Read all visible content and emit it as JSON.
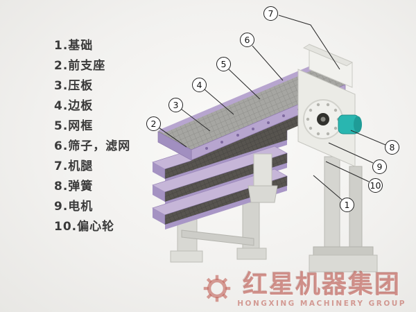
{
  "legend": {
    "items": [
      {
        "label": "1.基础"
      },
      {
        "label": "2.前支座"
      },
      {
        "label": "3.压板"
      },
      {
        "label": "4.边板"
      },
      {
        "label": "5.网框"
      },
      {
        "label": "6.筛子，滤网"
      },
      {
        "label": "7.机腿"
      },
      {
        "label": "8.弹簧"
      },
      {
        "label": "9.电机"
      },
      {
        "label": "10.偏心轮"
      }
    ]
  },
  "callouts": {
    "c1": "1",
    "c2": "2",
    "c3": "3",
    "c4": "4",
    "c5": "5",
    "c6": "6",
    "c7": "7",
    "c8": "8",
    "c9": "9",
    "c10": "10"
  },
  "watermark": {
    "title": "红星机器集团",
    "subtitle": "HONGXING MACHINERY GROUP"
  },
  "colors": {
    "frame_purple": "#b7a5cf",
    "mesh_light_gray": "#a6a6a2",
    "mesh_dark_gray": "#57544f",
    "motor_teal": "#29b6b0",
    "leg_gray": "#d8d8d3",
    "watermark_red": "#ba4e44"
  }
}
